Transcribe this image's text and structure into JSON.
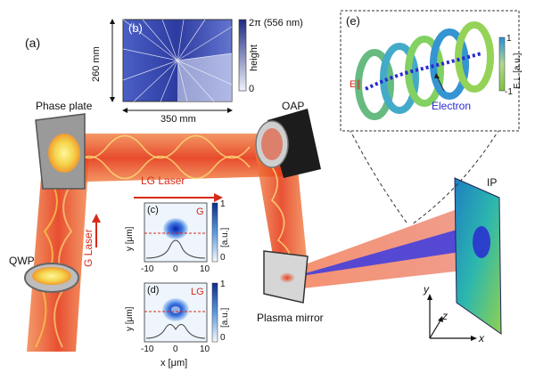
{
  "figure": {
    "panel_a": "(a)",
    "panel_b": "(b)",
    "panel_c": "(c)",
    "panel_d": "(d)",
    "panel_e": "(e)"
  },
  "components": {
    "phase_plate": "Phase plate",
    "oap": "OAP",
    "qwp": "QWP",
    "plasma_mirror": "Plasma mirror",
    "ip": "IP",
    "lg_laser": "LG Laser",
    "g_laser": "G Laser"
  },
  "phase_plate_inset": {
    "dim_height": "260 mm",
    "dim_width": "350 mm",
    "colorbar_top": "2π (556 nm)",
    "colorbar_bottom": "0",
    "colorbar_label": "height"
  },
  "beam_insets": {
    "c_tag": "G",
    "d_tag": "LG",
    "y_label": "y [μm]",
    "x_label": "x [μm]",
    "x_ticks": [
      "-10",
      "0",
      "10"
    ],
    "cbar_top": "1",
    "cbar_bottom": "0",
    "cbar_label": "[a.u.]"
  },
  "field_inset": {
    "e_parallel": "E∥",
    "electron": "Electron",
    "cbar_top": "1",
    "cbar_bottom": "-1",
    "cbar_label": "E⊥ [a.u.]"
  },
  "axes": {
    "x": "x",
    "y": "y",
    "z": "z"
  },
  "colors": {
    "beam_red": "#e8401c",
    "beam_orange": "#f5a623",
    "electron_blue": "#3a3ae0",
    "phase_dark": "#1f2a80",
    "phase_light": "#dfe6fb",
    "ip_teal": "#1aa9b0"
  }
}
